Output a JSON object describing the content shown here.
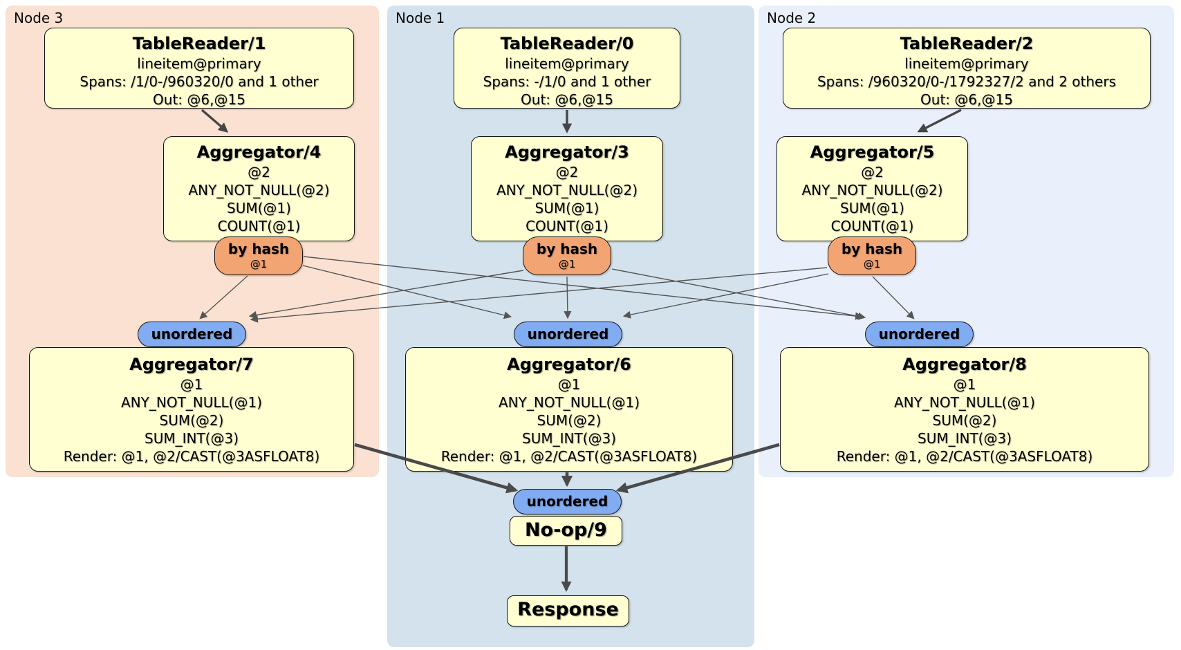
{
  "regions": [
    {
      "label": "Node 3"
    },
    {
      "label": "Node 1"
    },
    {
      "label": "Node 2"
    }
  ],
  "table_readers": [
    {
      "title": "TableReader/1",
      "index_line": "lineitem@primary",
      "spans_line": "Spans: /1/0-/960320/0 and 1 other",
      "out_line": "Out: @6,@15"
    },
    {
      "title": "TableReader/0",
      "index_line": "lineitem@primary",
      "spans_line": "Spans: -/1/0 and 1 other",
      "out_line": "Out: @6,@15"
    },
    {
      "title": "TableReader/2",
      "index_line": "lineitem@primary",
      "spans_line": "Spans: /960320/0-/1792327/2 and 2 others",
      "out_line": "Out: @6,@15"
    }
  ],
  "stage1_aggregators": [
    {
      "title": "Aggregator/4",
      "lines": [
        "@2",
        "ANY_NOT_NULL(@2)",
        "SUM(@1)",
        "COUNT(@1)"
      ]
    },
    {
      "title": "Aggregator/3",
      "lines": [
        "@2",
        "ANY_NOT_NULL(@2)",
        "SUM(@1)",
        "COUNT(@1)"
      ]
    },
    {
      "title": "Aggregator/5",
      "lines": [
        "@2",
        "ANY_NOT_NULL(@2)",
        "SUM(@1)",
        "COUNT(@1)"
      ]
    }
  ],
  "stage2_aggregators": [
    {
      "title": "Aggregator/7",
      "lines": [
        "@1",
        "ANY_NOT_NULL(@1)",
        "SUM(@2)",
        "SUM_INT(@3)",
        "Render: @1, @2/CAST(@3ASFLOAT8)"
      ]
    },
    {
      "title": "Aggregator/6",
      "lines": [
        "@1",
        "ANY_NOT_NULL(@1)",
        "SUM(@2)",
        "SUM_INT(@3)",
        "Render: @1, @2/CAST(@3ASFLOAT8)"
      ]
    },
    {
      "title": "Aggregator/8",
      "lines": [
        "@1",
        "ANY_NOT_NULL(@1)",
        "SUM(@2)",
        "SUM_INT(@3)",
        "Render: @1, @2/CAST(@3ASFLOAT8)"
      ]
    }
  ],
  "routers": {
    "by_hash_label": "by hash",
    "by_hash_stream": "@1",
    "sync_label": "unordered"
  },
  "final": {
    "noop_label": "No-op/9",
    "response_label": "Response"
  },
  "colors": {
    "node3_bg": "#fbe1d2",
    "node1_bg": "#d3e2ec",
    "node2_bg": "#e9effb",
    "operator_bg": "#ffffd2",
    "hash_router_bg": "#f3a473",
    "sync_bg": "#81acf2",
    "edge": "#4a4a4a"
  }
}
